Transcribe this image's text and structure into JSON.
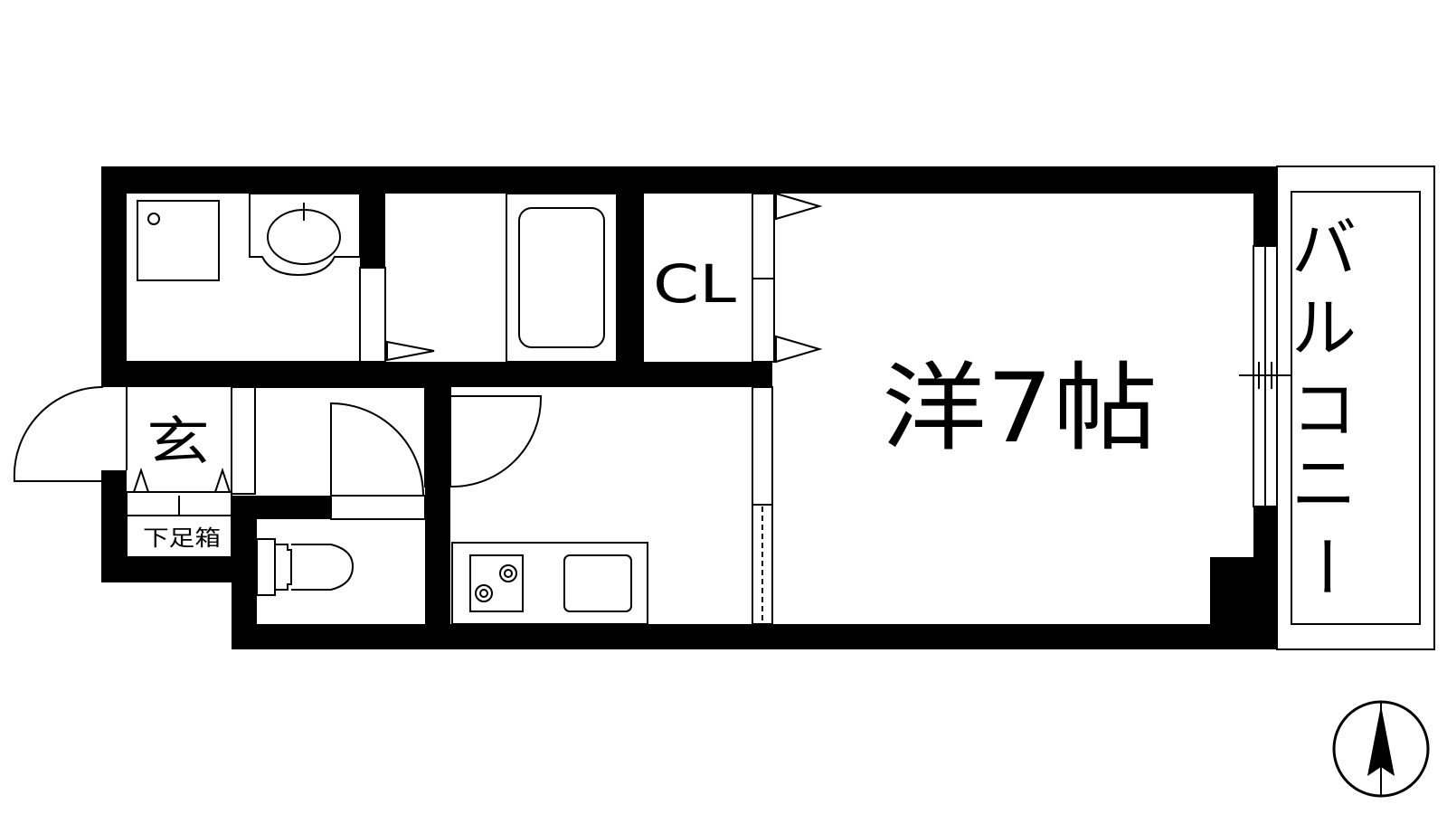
{
  "floor_plan": {
    "rooms": {
      "western_room": "洋7帖",
      "closet": "CL",
      "entrance": "玄",
      "shoe_box": "下足箱",
      "balcony": "バルコニー"
    },
    "balcony_chars": [
      "バ",
      "ル",
      "コ",
      "ニ",
      "ー"
    ],
    "icons": {
      "compass": "north-arrow-icon",
      "bathtub": "bathtub-icon",
      "washbasin": "washbasin-icon",
      "washing_machine": "washing-machine-pan-icon",
      "toilet": "toilet-icon",
      "stove": "two-burner-stove-icon",
      "sink": "kitchen-sink-icon"
    }
  }
}
